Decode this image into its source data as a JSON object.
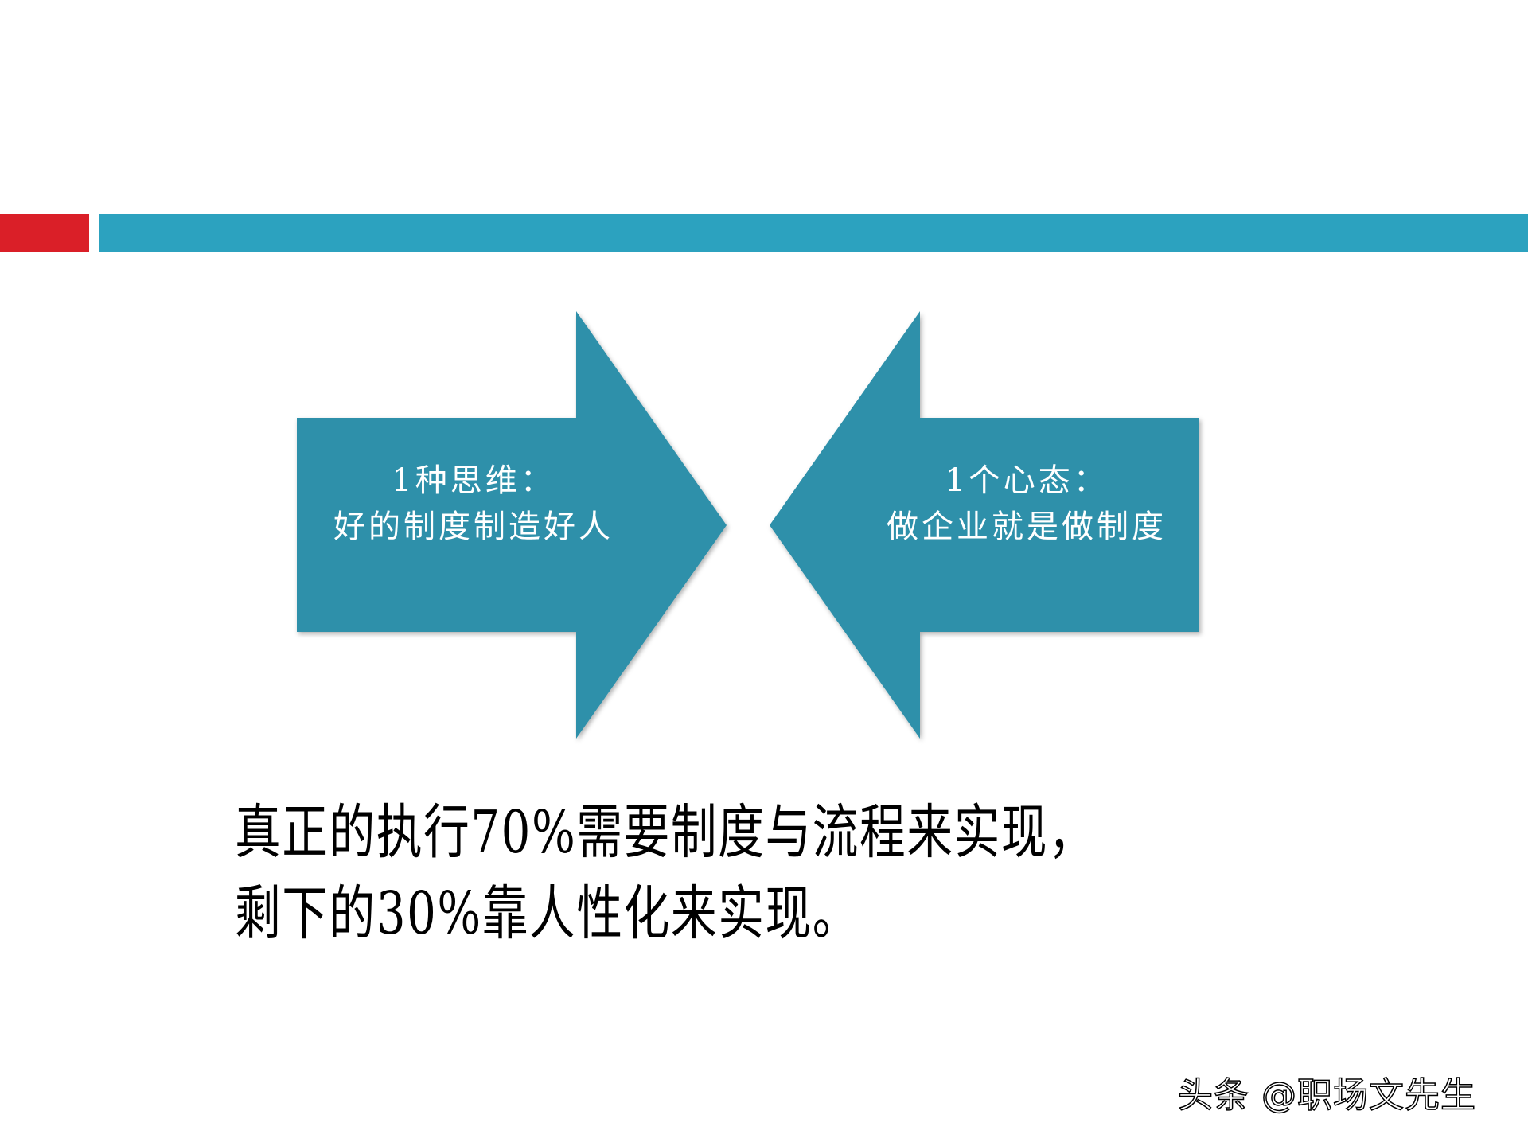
{
  "slide": {
    "header_bar": {
      "accent_color": "#da1f28",
      "bar_color": "#2ca2bf"
    },
    "arrows": [
      {
        "direction": "right",
        "color": "#2d90aa",
        "lines": [
          "1种思维：",
          "好的制度制造好人"
        ]
      },
      {
        "direction": "left",
        "color": "#2d90aa",
        "lines": [
          "1个心态：",
          "做企业就是做制度"
        ]
      }
    ],
    "body_text": {
      "lines": [
        "真正的执行70%需要制度与流程来实现，",
        "剩下的30%靠人性化来实现。"
      ]
    },
    "watermark": "头条 @职场文先生"
  }
}
